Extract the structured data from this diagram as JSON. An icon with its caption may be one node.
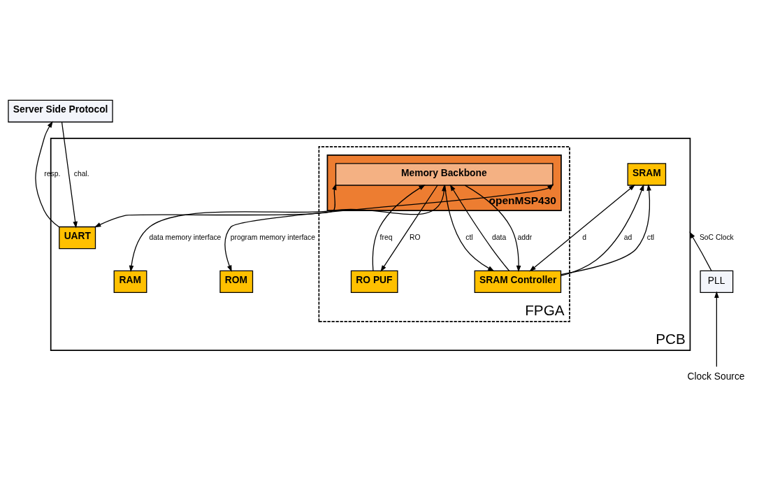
{
  "diagram": {
    "nodes": [
      {
        "text": [
          "PCB"
        ]
      },
      {
        "text": [
          "FPGA"
        ],
        "in": 0
      },
      {
        "text": [
          "SRAM"
        ],
        "in": 0
      },
      {
        "text": [
          "SRAM Controller"
        ],
        "in": 1
      },
      {
        "text": [
          "RO PUF"
        ],
        "in": 1
      },
      {
        "text": [
          "openMSP430"
        ],
        "in": 1
      },
      {
        "text": [
          "Memory Backbone"
        ],
        "in": 5
      },
      {
        "text": [
          "UART"
        ],
        "in": 0
      },
      {
        "text": [
          "RAM"
        ],
        "in": 0
      },
      {
        "text": [
          "ROM"
        ],
        "in": 0
      },
      {
        "text": [
          "Server Side Protocol"
        ]
      },
      {
        "text": [
          "PLL"
        ]
      },
      {
        "text": [
          "Clock Source"
        ]
      }
    ],
    "edges": [
      {
        "from": 3,
        "to": 2,
        "arrow": "to",
        "label": "ad"
      },
      {
        "from": 3,
        "to": 2,
        "arrow": "both",
        "label": "d"
      },
      {
        "from": 3,
        "to": 2,
        "arrow": "to",
        "label": "ctl"
      },
      {
        "from": 6,
        "to": 3,
        "arrow": "to",
        "label": "addr"
      },
      {
        "from": 3,
        "to": 6,
        "arrow": "to",
        "label": "data"
      },
      {
        "from": 6,
        "to": 3,
        "arrow": "to",
        "label": "ctl"
      },
      {
        "from": 6,
        "to": 4,
        "arrow": "to",
        "label": "RO"
      },
      {
        "from": 4,
        "to": 6,
        "arrow": "to",
        "label": "freq"
      },
      {
        "from": 7,
        "to": 6,
        "arrow": "both"
      },
      {
        "from": 8,
        "to": 6,
        "arrow": "both",
        "label": "data memory interface"
      },
      {
        "from": 9,
        "to": 6,
        "arrow": "both",
        "label": "program memory interface"
      },
      {
        "from": 10,
        "to": 7,
        "arrow": "to",
        "label": "chal."
      },
      {
        "from": 7,
        "to": 10,
        "arrow": "to",
        "label": "resp."
      },
      {
        "from": 11,
        "to": 0,
        "arrow": "to",
        "label": "SoC Clock"
      },
      {
        "from": 12,
        "to": 11,
        "arrow": "to"
      }
    ]
  }
}
